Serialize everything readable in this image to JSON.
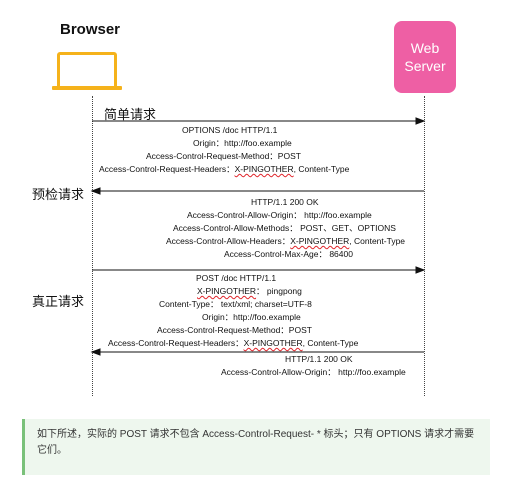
{
  "browser_label": "Browser",
  "server_label": [
    "Web",
    "Server"
  ],
  "section_simple": "简单请求",
  "section_preflight": "预检请求",
  "section_actual": "真正请求",
  "preflight_request": {
    "line1": "OPTIONS /doc HTTP/1.1",
    "line2": "Origin：http://foo.example",
    "line3": "Access-Control-Request-Method：POST",
    "line4_prefix": "Access-Control-Request-Headers：",
    "line4_red": "X-PINGOTHER",
    "line4_suffix": ", Content-Type"
  },
  "preflight_response": {
    "line1": "HTTP/1.1 200 OK",
    "line2": "Access-Control-Allow-Origin： http://foo.example",
    "line3": "Access-Control-Allow-Methods： POST、GET、OPTIONS",
    "line4_prefix": "Access-Control-Allow-Headers：",
    "line4_red": "X-PINGOTHER",
    "line4_suffix": ", Content-Type",
    "line5": "Access-Control-Max-Age： 86400"
  },
  "actual_request": {
    "line1": "POST /doc HTTP/1.1",
    "line2_red": "X-PINGOTHER",
    "line2_suffix": "： pingpong",
    "line3": "Content-Type： text/xml; charset=UTF-8",
    "line4": "Origin：http://foo.example",
    "line5": "Access-Control-Request-Method：POST",
    "line6_prefix": "Access-Control-Request-Headers：",
    "line6_red": "X-PINGOTHER",
    "line6_suffix": ", Content-Type"
  },
  "actual_response": {
    "line1": "HTTP/1.1 200 OK",
    "line2": "Access-Control-Allow-Origin： http://foo.example"
  },
  "note_text": "如下所述，实际的 POST 请求不包含 Access-Control-Request- * 标头；只有 OPTIONS 请求才需要它们。",
  "colors": {
    "browser": "#f5b21b",
    "server": "#ee5fa4",
    "note_bg": "#eef7ee",
    "note_bar": "#7ac17a",
    "underline": "#e0242a"
  }
}
